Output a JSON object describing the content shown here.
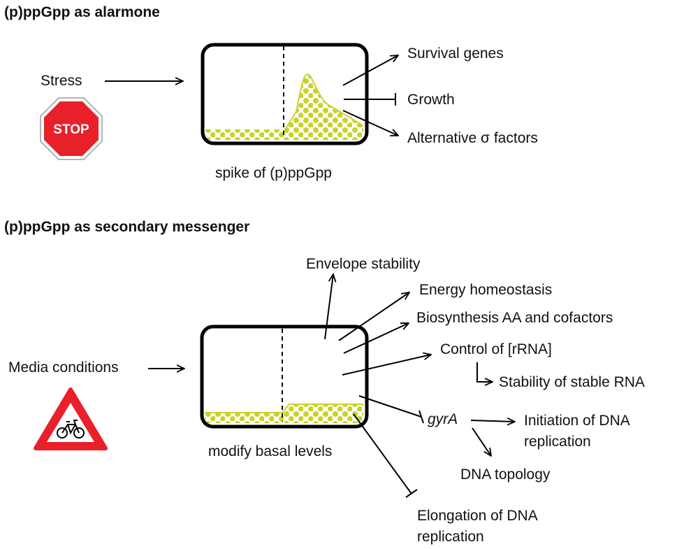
{
  "colors": {
    "fill": "#d4dc36",
    "dot": "#b7c21a",
    "stop_red": "#e8202a",
    "warning_red": "#e8202a",
    "line": "#000000"
  },
  "section1": {
    "title": "(p)ppGpp as alarmone",
    "input": "Stress",
    "sign": {
      "icon": "stop-sign-icon",
      "text": "STOP"
    },
    "caption": "spike of (p)ppGpp",
    "outputs": [
      {
        "label": "Survival genes",
        "effect": "activate"
      },
      {
        "label": "Growth",
        "effect": "inhibit"
      },
      {
        "label": "Alternative σ factors",
        "effect": "activate"
      }
    ]
  },
  "section2": {
    "title": "(p)ppGpp as secondary messenger",
    "input": "Media conditions",
    "sign": {
      "icon": "bicycle-warning-sign-icon"
    },
    "caption": "modify basal levels",
    "outputs": {
      "envelope": "Envelope stability",
      "energy": "Energy homeostasis",
      "biosynthesis": "Biosynthesis AA and cofactors",
      "rrna": "Control of [rRNA]",
      "stable_rna": "Stability of stable RNA",
      "gyra": "gyrA",
      "initiation_1": "Initiation of DNA",
      "initiation_2": "replication",
      "topology": "DNA topology",
      "elongation_1": "Elongation of DNA",
      "elongation_2": "replication"
    }
  }
}
